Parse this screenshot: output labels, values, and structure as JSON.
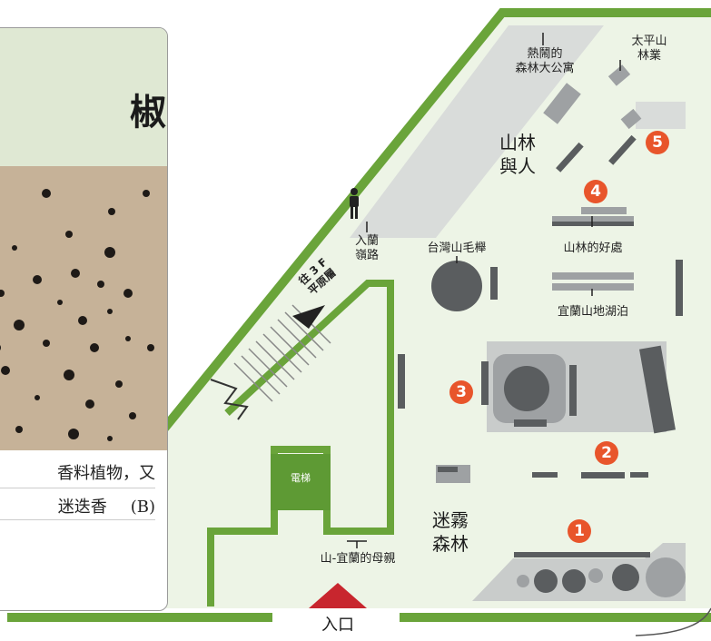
{
  "card": {
    "title_visible": "椒",
    "text_line": "香料植物，又",
    "option_text": "迷迭香",
    "option_tag": "(B)"
  },
  "map": {
    "entrance": "入口",
    "elevator": "電梯",
    "stairs_up": "往 3 F\n平原層",
    "lan_ridge": "入蘭\n嶺路",
    "busy_apartment": "熱鬧的\n森林大公寓",
    "taipingshan": "太平山\n林業",
    "mountain_people": "山林\n與人",
    "beech": "台灣山毛櫸",
    "benefits": "山林的好處",
    "lakes": "宜蘭山地湖泊",
    "mist_forest": "迷霧\n森林",
    "mother": "山-宜蘭的母親",
    "markers": [
      "1",
      "2",
      "3",
      "4",
      "5"
    ]
  },
  "colors": {
    "wall": "#6aa43a",
    "floor": "#edf4e6",
    "corridor": "#d9dcda",
    "marker": "#e8552b",
    "entrance": "#c8262e"
  }
}
